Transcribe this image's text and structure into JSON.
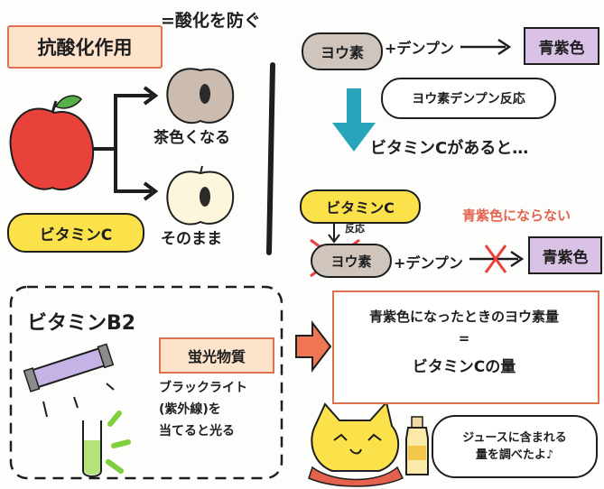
{
  "title": {
    "main": "抗酸化作用",
    "equals_text": "=酸化を防ぐ"
  },
  "apples": {
    "brown_label": "茶色くなる",
    "same_label": "そのまま",
    "vitamin_c_label": "ビタミンC"
  },
  "iodine_reaction": {
    "iodine": "ヨウ素",
    "plus_starch": "+デンプン",
    "result": "青紫色",
    "bubble": "ヨウ素デンプン反応"
  },
  "vitamin_c_effect": {
    "heading": "ビタミンCがあると…",
    "vitamin_c": "ビタミンC",
    "react_label": "反応",
    "not_purple": "青紫色にならない",
    "iodine": "ヨウ素",
    "plus_starch": "+デンプン",
    "result": "青紫色"
  },
  "equation": {
    "line1": "青紫色になったときのヨウ素量",
    "equal": "=",
    "line2": "ビタミンCの量"
  },
  "vitamin_b2": {
    "title": "ビタミンB2",
    "fluor_box": "蛍光物質",
    "desc_line1": "ブラックライト",
    "desc_line2": "(紫外線)を",
    "desc_line3": "当てると光る"
  },
  "speech": {
    "line1": "ジュースに含まれる",
    "line2": "量を調べたよ♪"
  },
  "colors": {
    "orange_border": "#e0714e",
    "peach_fill": "#fde2cc",
    "yellow": "#fbe14a",
    "purple": "#d9c2e6",
    "teal": "#28a4bb",
    "red": "#e8423a"
  }
}
